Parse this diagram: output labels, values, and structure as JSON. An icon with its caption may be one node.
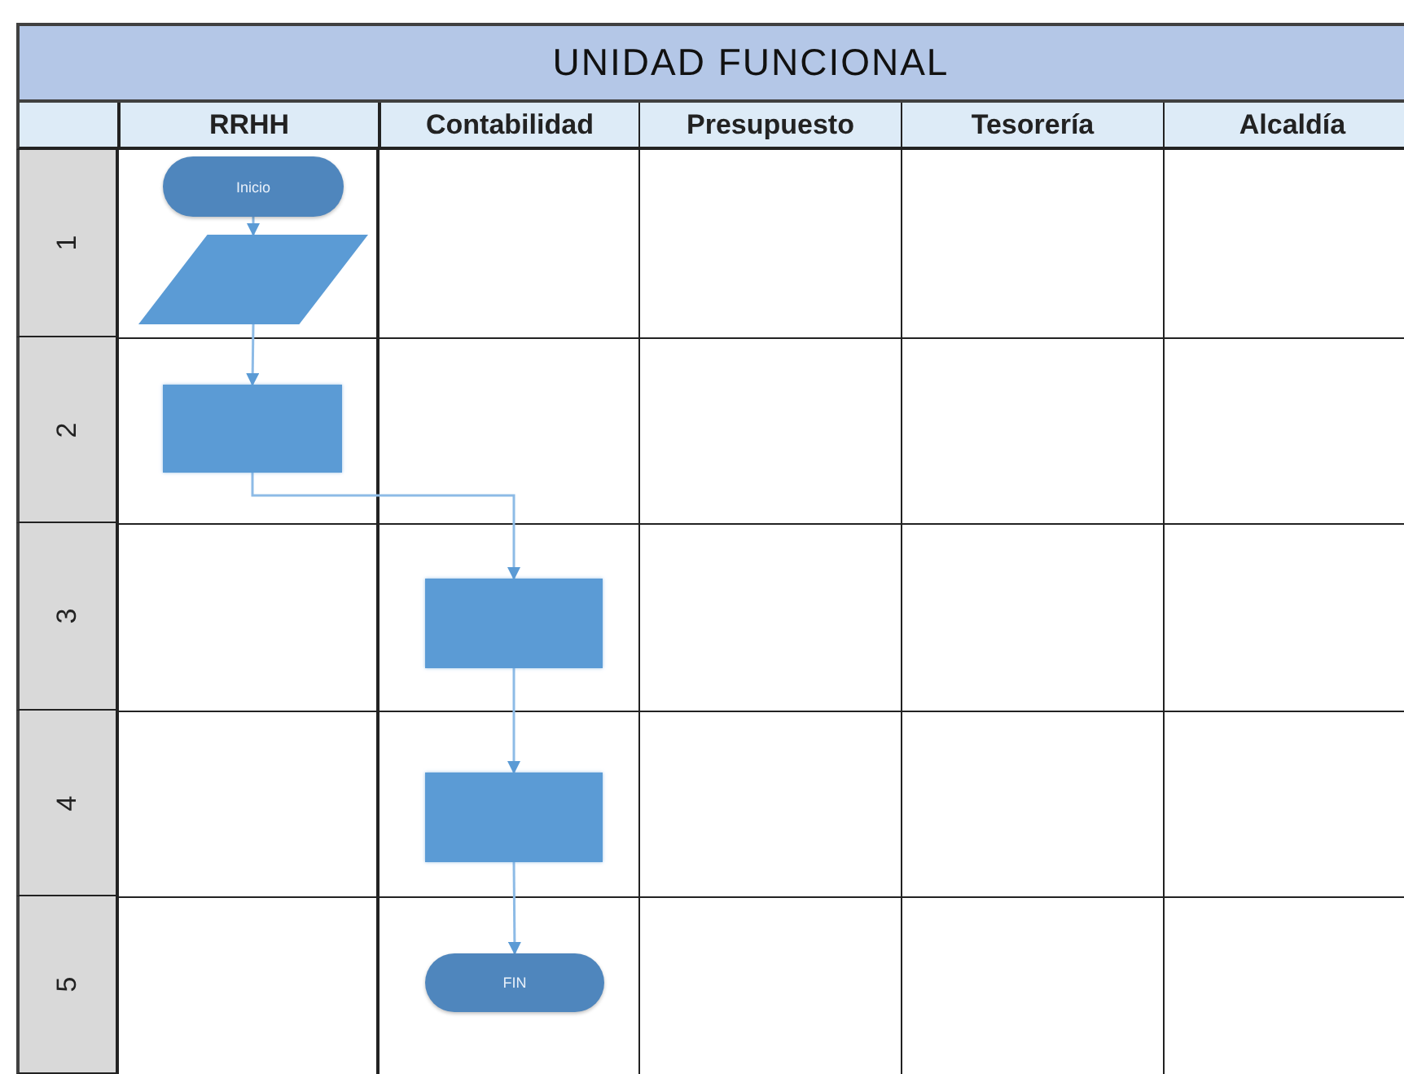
{
  "diagram": {
    "title": "UNIDAD FUNCIONAL",
    "nodes": [
      {
        "text": [
          "Inicio"
        ]
      },
      {
        "text": [],
        "shape": "parallelogram"
      },
      {
        "text": [],
        "shape": "box"
      },
      {
        "text": [],
        "shape": "box"
      },
      {
        "text": [],
        "shape": "box"
      },
      {
        "text": [
          "FIN"
        ]
      }
    ],
    "edges": [
      {
        "from": 0,
        "to": 1,
        "arrow": "to"
      },
      {
        "from": 1,
        "to": 2,
        "arrow": "to"
      },
      {
        "from": 2,
        "to": 3,
        "arrow": "to"
      },
      {
        "from": 3,
        "to": 4,
        "arrow": "to"
      },
      {
        "from": 4,
        "to": 5,
        "arrow": "to"
      }
    ],
    "labels": [
      "RRHH",
      "Contabilidad",
      "Presupuesto",
      "Tesorería",
      "Alcaldía",
      "1",
      "2",
      "3",
      "4",
      "5"
    ]
  }
}
